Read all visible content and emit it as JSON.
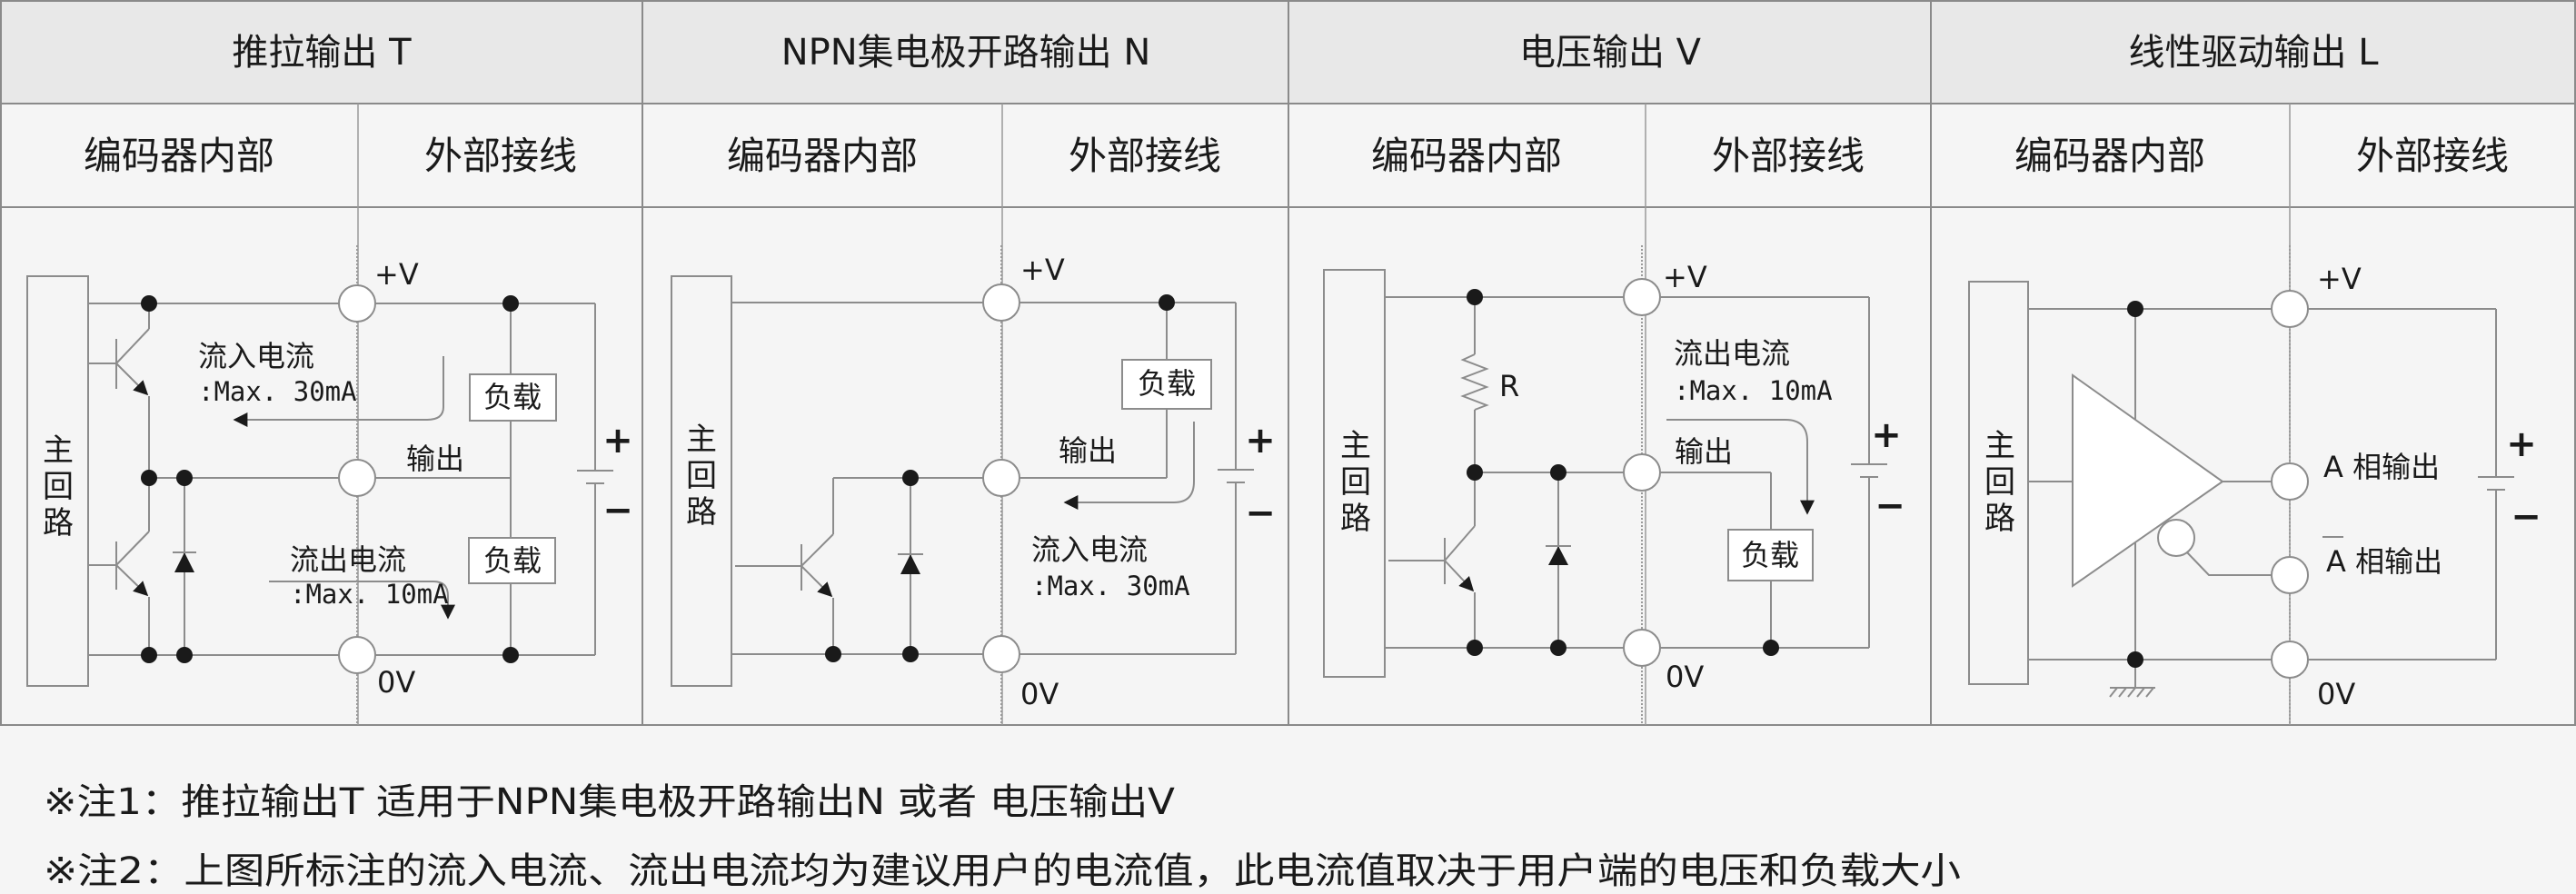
{
  "columns": [
    {
      "title": "推拉输出 T",
      "sub_left": "编码器内部",
      "sub_right": "外部接线",
      "main_circuit": [
        "主",
        "回",
        "路"
      ],
      "plus_v": "+V",
      "zero_v": "0V",
      "output_label": "输出",
      "load_label": "负载",
      "current_in_label": "流入电流",
      "current_in_max": ":Max. 30mA",
      "current_out_label": "流出电流",
      "current_out_max": ":Max. 10mA",
      "battery_plus": "+",
      "battery_minus": "−"
    },
    {
      "title": "NPN集电极开路输出 N",
      "sub_left": "编码器内部",
      "sub_right": "外部接线",
      "main_circuit": [
        "主",
        "回",
        "路"
      ],
      "plus_v": "+V",
      "zero_v": "0V",
      "output_label": "输出",
      "load_label": "负载",
      "current_in_label": "流入电流",
      "current_in_max": ":Max. 30mA",
      "battery_plus": "+",
      "battery_minus": "−"
    },
    {
      "title": "电压输出 V",
      "sub_left": "编码器内部",
      "sub_right": "外部接线",
      "main_circuit": [
        "主",
        "回",
        "路"
      ],
      "plus_v": "+V",
      "zero_v": "0V",
      "output_label": "输出",
      "load_label": "负载",
      "resistor_label": "R",
      "current_out_label": "流出电流",
      "current_out_max": ":Max. 10mA",
      "battery_plus": "+",
      "battery_minus": "−"
    },
    {
      "title": "线性驱动输出 L",
      "sub_left": "编码器内部",
      "sub_right": "外部接线",
      "main_circuit": [
        "主",
        "回",
        "路"
      ],
      "plus_v": "+V",
      "zero_v": "0V",
      "a_output": "A 相输出",
      "a_bar_output": "A 相输出",
      "battery_plus": "+",
      "battery_minus": "−"
    }
  ],
  "notes": [
    "※注1：推拉输出T 适用于NPN集电极开路输出N 或者 电压输出V",
    "※注2：上图所标注的流入电流、流出电流均为建议用户的电流值，此电流值取决于用户端的电压和负载大小"
  ]
}
